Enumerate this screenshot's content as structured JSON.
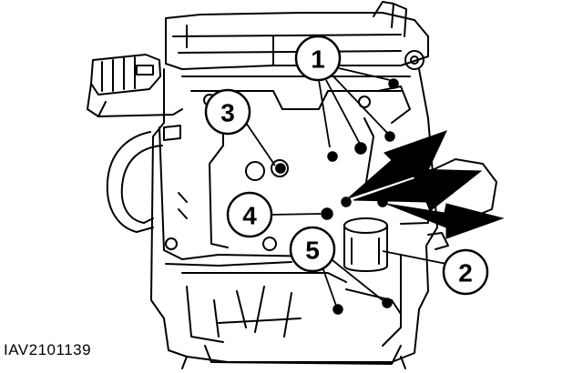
{
  "figure": {
    "id_label": "IAV2101139"
  },
  "callouts": [
    {
      "label": "1"
    },
    {
      "label": "2"
    },
    {
      "label": "3"
    },
    {
      "label": "4"
    },
    {
      "label": "5"
    }
  ],
  "colors": {
    "ink": "#000000",
    "paper": "#ffffff"
  }
}
